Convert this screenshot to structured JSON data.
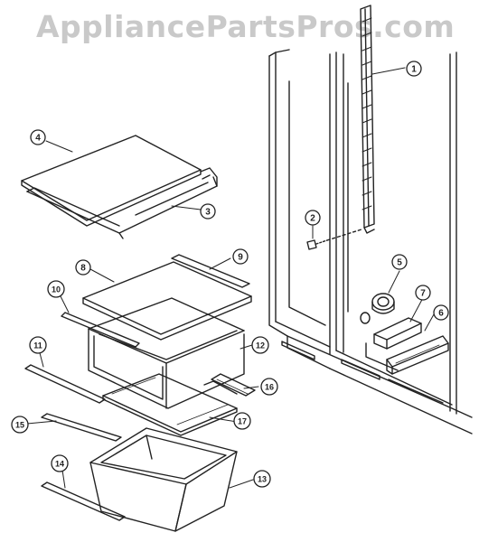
{
  "watermark": "AppliancePartsPros.com",
  "callouts": [
    {
      "id": "callout-1",
      "label": "1"
    },
    {
      "id": "callout-2",
      "label": "2"
    },
    {
      "id": "callout-3",
      "label": "3"
    },
    {
      "id": "callout-4",
      "label": "4"
    },
    {
      "id": "callout-5",
      "label": "5"
    },
    {
      "id": "callout-6",
      "label": "6"
    },
    {
      "id": "callout-7",
      "label": "7"
    },
    {
      "id": "callout-8",
      "label": "8"
    },
    {
      "id": "callout-9",
      "label": "9"
    },
    {
      "id": "callout-10",
      "label": "10"
    },
    {
      "id": "callout-11",
      "label": "11"
    },
    {
      "id": "callout-12",
      "label": "12"
    },
    {
      "id": "callout-13",
      "label": "13"
    },
    {
      "id": "callout-14",
      "label": "14"
    },
    {
      "id": "callout-15",
      "label": "15"
    },
    {
      "id": "callout-16",
      "label": "16"
    },
    {
      "id": "callout-17",
      "label": "17"
    }
  ],
  "colors": {
    "line": "#222222",
    "watermark": "#c9c9c9",
    "background": "#ffffff"
  }
}
